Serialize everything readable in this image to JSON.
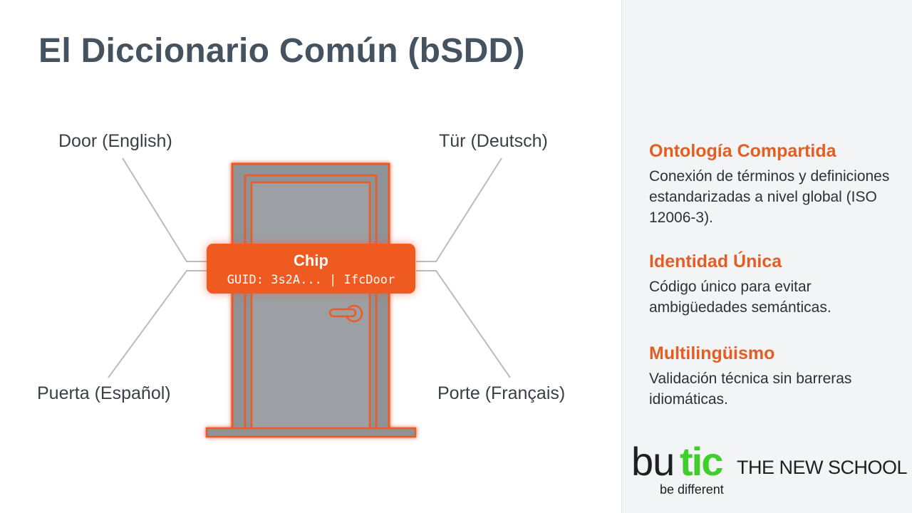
{
  "title": "El Diccionario Común (bSDD)",
  "diagram": {
    "labels": {
      "top_left": "Door (English)",
      "top_right": "Tür (Deutsch)",
      "bottom_left": "Puerta (Español)",
      "bottom_right": "Porte (Français)"
    },
    "chip": {
      "title": "Chip",
      "code": "GUID: 3s2A... | IfcDoor"
    },
    "colors": {
      "accent": "#ee5a20",
      "door_fill": "#8e9397",
      "connector": "#b9bcbf"
    }
  },
  "sidebar": {
    "features": [
      {
        "title": "Ontología Compartida",
        "text": "Conexión de términos y definiciones estandarizadas a nivel global (ISO 12006-3)."
      },
      {
        "title": "Identidad Única",
        "text": "Código único para evitar ambigüedades semánticas."
      },
      {
        "title": "Multilingüismo",
        "text": "Validación técnica sin barreras idiomáticas."
      }
    ]
  },
  "logo": {
    "bu": "bu",
    "tic": "tic",
    "school": "THE NEW SCHOOL",
    "tagline": "be different",
    "colors": {
      "tic": "#3fcf2a",
      "text": "#1f1f1f"
    }
  }
}
